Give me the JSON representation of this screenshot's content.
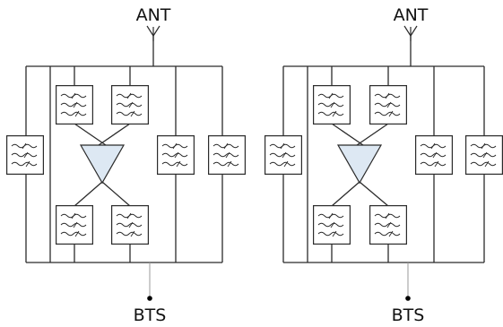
{
  "diagrams": [
    {
      "antenna_label": "ANT",
      "bts_label": "BTS"
    },
    {
      "antenna_label": "ANT",
      "bts_label": "BTS"
    }
  ],
  "colors": {
    "line": "#2b2b2b",
    "amplifier_fill": "#dde8f3",
    "bts_feed_line": "#9a9a9a"
  },
  "icons": [
    "antenna-icon",
    "filter-icon",
    "amplifier-icon",
    "connection-dot"
  ]
}
